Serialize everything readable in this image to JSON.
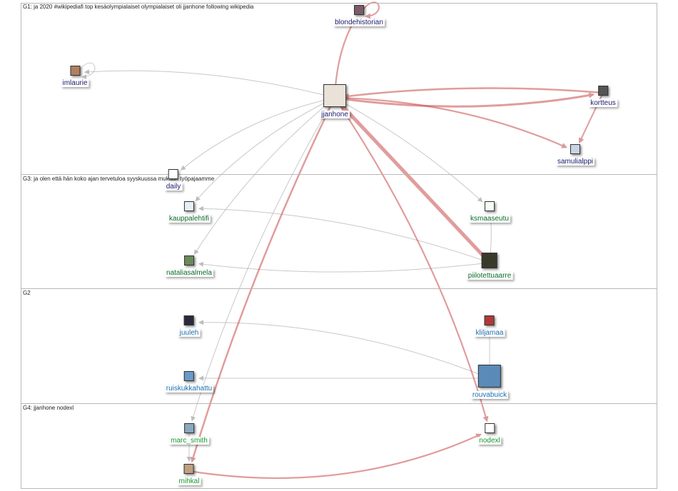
{
  "groups": [
    {
      "id": "G1",
      "label": "G1: ja 2020 #wikipediafi top kesäolympialaiset olympialaiset oli jjanhone following wikipedia"
    },
    {
      "id": "G3",
      "label": "G3: ja olen että hän koko ajan tervetuloa syyskuussa mukaan työpajaamme"
    },
    {
      "id": "G2",
      "label": "G2"
    },
    {
      "id": "G4",
      "label": "G4: jjanhone nodexl"
    }
  ],
  "colors": {
    "g1": "#1a1a6e",
    "g3": "#0b6b2a",
    "g2": "#1a6fb0",
    "g4": "#149a2a",
    "edge_red": "#c94a4a",
    "edge_grey": "#b0b0b0"
  },
  "nodes": [
    {
      "id": "jjanhone",
      "label": "jjanhone",
      "group": "G1",
      "icon": "cartoon-avatar-icon"
    },
    {
      "id": "blondehistorian",
      "label": "blondehistorian",
      "group": "G1",
      "icon": "portrait-icon"
    },
    {
      "id": "imlaurie",
      "label": "imlaurie",
      "group": "G1",
      "icon": "portrait-icon"
    },
    {
      "id": "kortteus",
      "label": "kortteus",
      "group": "G1",
      "icon": "portrait-icon"
    },
    {
      "id": "samulialppi",
      "label": "samulialppi",
      "group": "G1",
      "icon": "portrait-icon"
    },
    {
      "id": "daily",
      "label": "daily",
      "group": "G1",
      "icon": "logo-icon"
    },
    {
      "id": "kauppalehtifi",
      "label": "kauppalehtifi",
      "group": "G3",
      "icon": "logo-icon"
    },
    {
      "id": "ksmaaseutu",
      "label": "ksmaaseutu",
      "group": "G3",
      "icon": "logo-icon"
    },
    {
      "id": "nataliasalmela",
      "label": "nataliasalmela",
      "group": "G3",
      "icon": "portrait-icon"
    },
    {
      "id": "piilotettuaarre",
      "label": "piilotettuaarre",
      "group": "G3",
      "icon": "portrait-icon"
    },
    {
      "id": "juuleh",
      "label": "juuleh",
      "group": "G2",
      "icon": "portrait-icon"
    },
    {
      "id": "kliljamaa",
      "label": "kliljamaa",
      "group": "G2",
      "icon": "portrait-icon"
    },
    {
      "id": "ruiskukkahattu",
      "label": "ruiskukkahattu",
      "group": "G2",
      "icon": "portrait-icon"
    },
    {
      "id": "rouvabuick",
      "label": "rouvabuick",
      "group": "G2",
      "icon": "portrait-icon"
    },
    {
      "id": "marc_smith",
      "label": "marc_smith",
      "group": "G4",
      "icon": "portrait-icon"
    },
    {
      "id": "nodexl",
      "label": "nodexl",
      "group": "G4",
      "icon": "logo-icon"
    },
    {
      "id": "mihkal",
      "label": "mihkal",
      "group": "G4",
      "icon": "portrait-icon"
    }
  ],
  "edges": [
    {
      "from": "jjanhone",
      "to": "blondehistorian",
      "color": "red"
    },
    {
      "from": "blondehistorian",
      "to": "blondehistorian",
      "color": "red"
    },
    {
      "from": "jjanhone",
      "to": "imlaurie",
      "color": "grey"
    },
    {
      "from": "imlaurie",
      "to": "imlaurie",
      "color": "grey"
    },
    {
      "from": "kortteus",
      "to": "jjanhone",
      "color": "red"
    },
    {
      "from": "jjanhone",
      "to": "kortteus",
      "color": "red"
    },
    {
      "from": "jjanhone",
      "to": "samulialppi",
      "color": "red"
    },
    {
      "from": "kortteus",
      "to": "samulialppi",
      "color": "red"
    },
    {
      "from": "jjanhone",
      "to": "daily",
      "color": "grey"
    },
    {
      "from": "jjanhone",
      "to": "kauppalehtifi",
      "color": "grey"
    },
    {
      "from": "jjanhone",
      "to": "ksmaaseutu",
      "color": "grey"
    },
    {
      "from": "jjanhone",
      "to": "nataliasalmela",
      "color": "grey"
    },
    {
      "from": "piilotettuaarre",
      "to": "jjanhone",
      "color": "red"
    },
    {
      "from": "piilotettuaarre",
      "to": "ksmaaseutu",
      "color": "grey"
    },
    {
      "from": "piilotettuaarre",
      "to": "kauppalehtifi",
      "color": "grey"
    },
    {
      "from": "piilotettuaarre",
      "to": "nataliasalmela",
      "color": "grey"
    },
    {
      "from": "rouvabuick",
      "to": "juuleh",
      "color": "grey"
    },
    {
      "from": "rouvabuick",
      "to": "kliljamaa",
      "color": "grey"
    },
    {
      "from": "rouvabuick",
      "to": "ruiskukkahattu",
      "color": "grey"
    },
    {
      "from": "jjanhone",
      "to": "nodexl",
      "color": "red"
    },
    {
      "from": "jjanhone",
      "to": "marc_smith",
      "color": "grey"
    },
    {
      "from": "jjanhone",
      "to": "mihkal",
      "color": "red"
    },
    {
      "from": "mihkal",
      "to": "nodexl",
      "color": "red"
    },
    {
      "from": "marc_smith",
      "to": "mihkal",
      "color": "grey"
    }
  ]
}
